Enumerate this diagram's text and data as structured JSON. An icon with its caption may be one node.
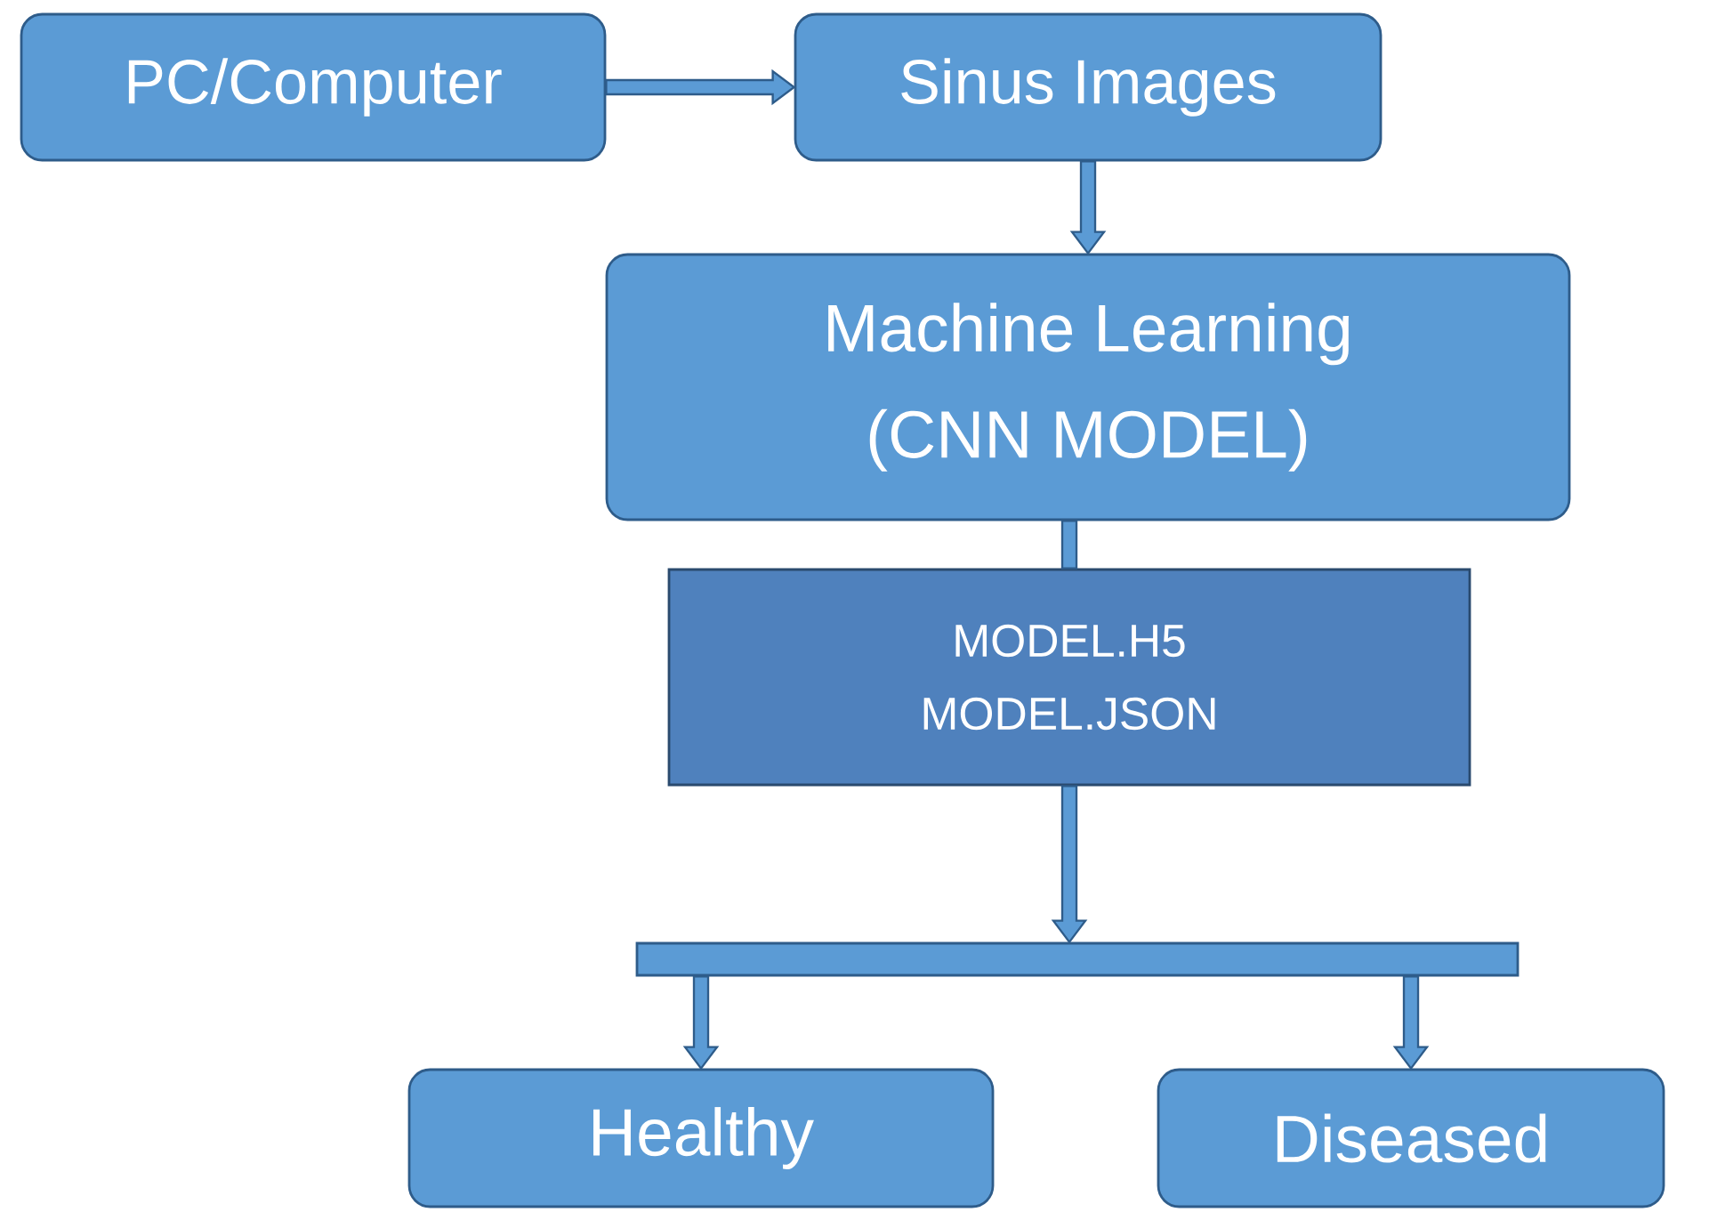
{
  "diagram": {
    "nodes": [
      {
        "text": [
          "PC/Computer"
        ]
      },
      {
        "text": [
          "Sinus Images"
        ]
      },
      {
        "text": [
          "Machine Learning (CNN MODEL)"
        ]
      },
      {
        "text": [
          "MODEL.H5 MODEL.JSON"
        ]
      },
      {
        "text": [],
        "shape": "bar"
      },
      {
        "text": [
          "Healthy"
        ]
      },
      {
        "text": [
          "Diseased"
        ]
      }
    ],
    "edges": [
      {
        "from": 0,
        "to": 1,
        "arrow": "to"
      },
      {
        "from": 1,
        "to": 2,
        "arrow": "to"
      },
      {
        "from": 2,
        "to": 3,
        "arrow": "none"
      },
      {
        "from": 3,
        "to": 4,
        "arrow": "to"
      },
      {
        "from": 4,
        "to": 5,
        "arrow": "to"
      },
      {
        "from": 4,
        "to": 6,
        "arrow": "to"
      }
    ]
  }
}
